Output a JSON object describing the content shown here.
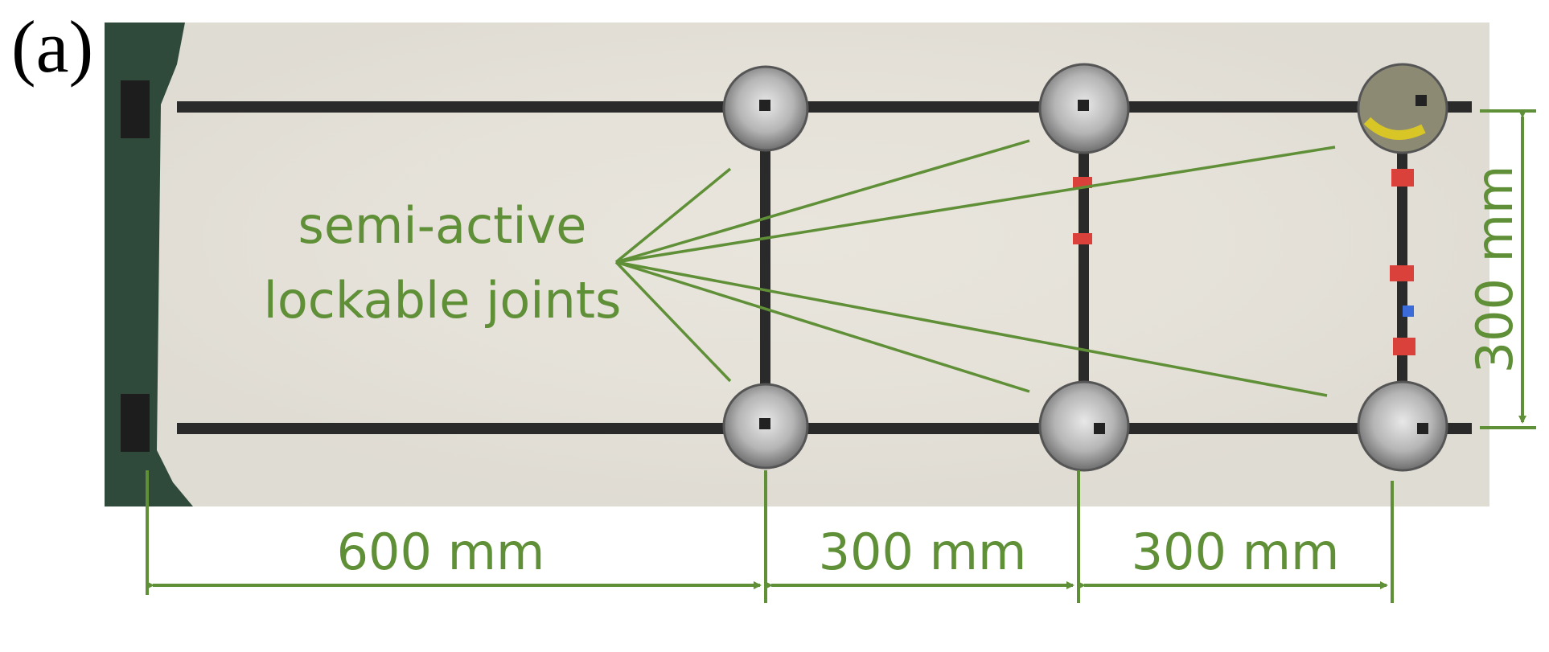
{
  "figure": {
    "panel_label": "(a)",
    "annotation": {
      "line1": "semi-active",
      "line2": "lockable joints"
    },
    "dimensions": {
      "vertical": "300 mm",
      "horizontal": [
        "600 mm",
        "300 mm",
        "300 mm"
      ]
    },
    "colors": {
      "annotation_green": "#5f8f36",
      "photo_background": "#e9e5dc",
      "rail": "#2a2a2a",
      "clamp": "#2f4a3a"
    }
  }
}
